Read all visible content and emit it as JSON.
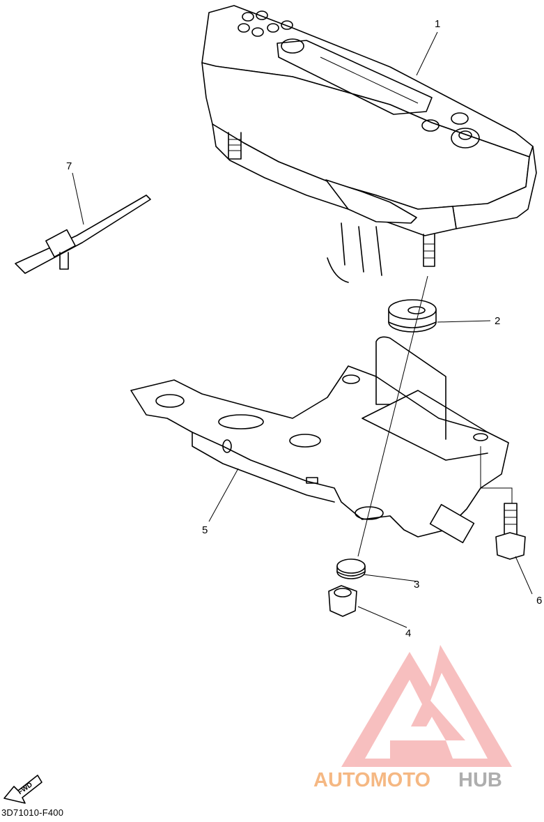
{
  "callouts": [
    {
      "id": "1",
      "label": "1"
    },
    {
      "id": "2",
      "label": "2"
    },
    {
      "id": "3",
      "label": "3"
    },
    {
      "id": "4",
      "label": "4"
    },
    {
      "id": "5",
      "label": "5"
    },
    {
      "id": "6",
      "label": "6"
    },
    {
      "id": "7",
      "label": "7"
    }
  ],
  "fwd_label": "FWD",
  "part_code": "3D71010-F400",
  "watermark": {
    "text_part1": "AUTOMOTO",
    "text_part2": "HUB",
    "color_accent": "#f39a4a",
    "color_logo": "#f7a0a0",
    "color_text_dark": "#9a9a9a"
  }
}
